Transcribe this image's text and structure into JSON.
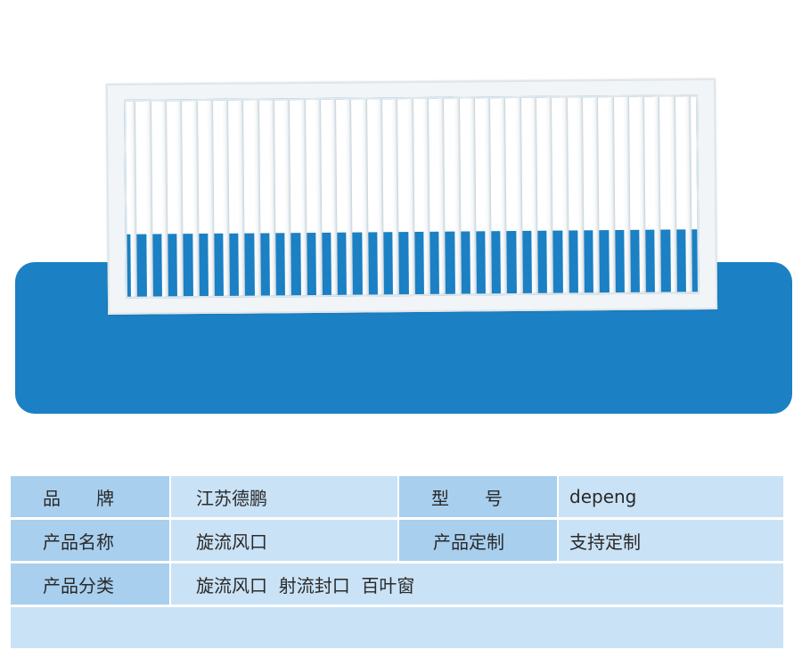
{
  "colors": {
    "banner": "#1b80c4",
    "label_bg": "#a8cfee",
    "value_bg": "#c9e2f6"
  },
  "product_image": {
    "icon": "air-grille-image"
  },
  "specs": {
    "brand_label": "品　　牌",
    "brand_value": "江苏德鹏",
    "model_label": "型　　号",
    "model_value": "depeng",
    "name_label": "产品名称",
    "name_value": "旋流风口",
    "custom_label": "产品定制",
    "custom_value": "支持定制",
    "category_label": "产品分类",
    "category_value": "旋流风口  射流封口  百叶窗"
  }
}
